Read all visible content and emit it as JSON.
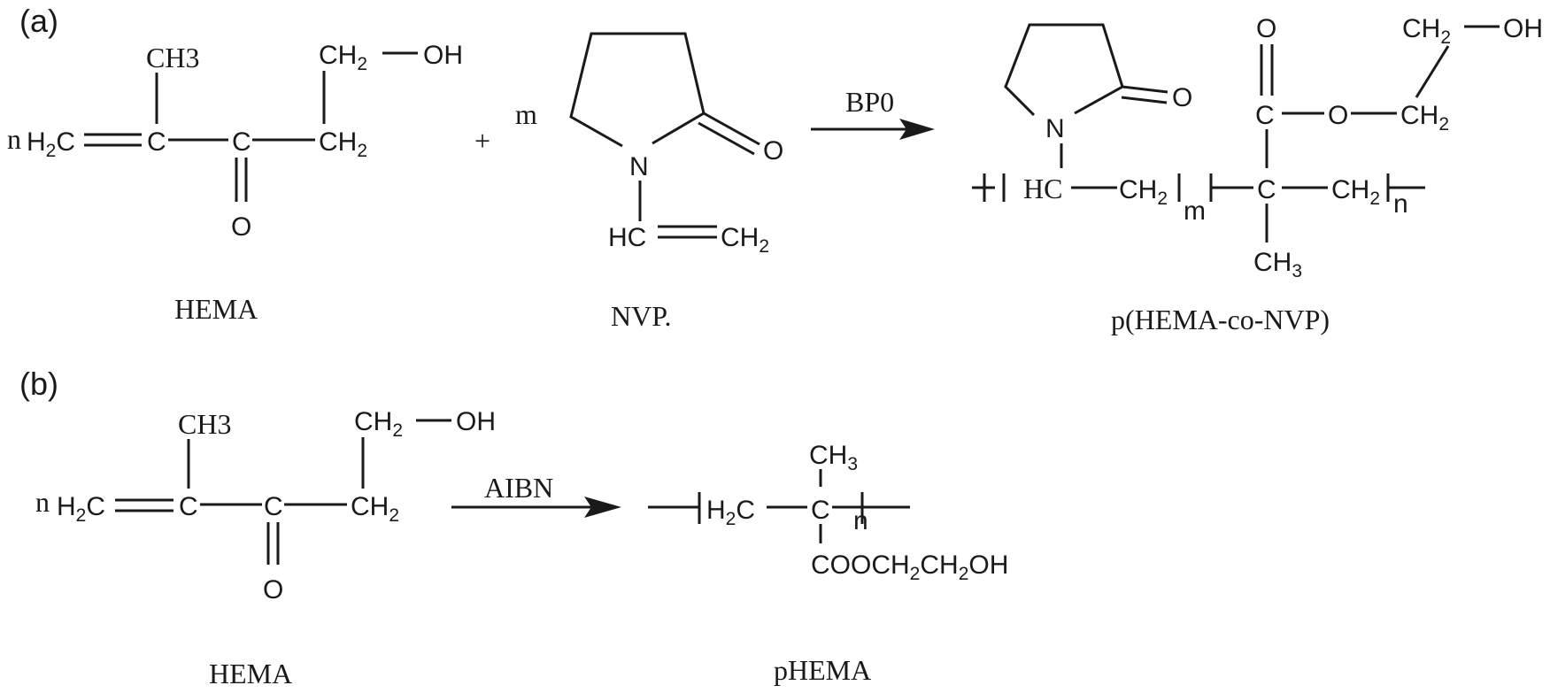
{
  "panels": {
    "a": {
      "label": "(a)",
      "reactant1": {
        "coef": "n",
        "ch3": "CH3",
        "ch2oh_ch2": "CH",
        "ch2oh_sub": "2",
        "ch2oh_oh": "OH",
        "h2c_h": "H",
        "h2c_sub": "2",
        "h2c_c": "C",
        "c_alpha": "C",
        "c_carbonyl": "C",
        "o_carbonyl": "O",
        "ch2_ch": "CH",
        "ch2_sub": "2",
        "name": "HEMA"
      },
      "plus": "+",
      "reactant2": {
        "coef": "m",
        "n_atom": "N",
        "o_atom": "O",
        "hc": "HC",
        "ch2_ch": "CH",
        "ch2_sub": "2",
        "name": "NVP."
      },
      "reagent": "BP0",
      "product": {
        "n_atom": "N",
        "o_ring": "O",
        "o_carbonyl": "O",
        "c_carbonyl": "C",
        "o_ester": "O",
        "ch2_ester": "CH",
        "ch2_ester_sub": "2",
        "ch2_top": "CH",
        "ch2_top_sub": "2",
        "oh": "OH",
        "hc": "HC",
        "ch2_1": "CH",
        "ch2_1_sub": "2",
        "sub_m": "m",
        "c_quat": "C",
        "ch2_2": "CH",
        "ch2_2_sub": "2",
        "sub_n": "n",
        "ch3": "CH",
        "ch3_sub": "3",
        "name": "p(HEMA-co-NVP)"
      }
    },
    "b": {
      "label": "(b)",
      "reactant": {
        "coef": "n",
        "ch3": "CH3",
        "ch2oh_ch2": "CH",
        "ch2oh_sub": "2",
        "ch2oh_oh": "OH",
        "h2c_h": "H",
        "h2c_sub": "2",
        "h2c_c": "C",
        "c_alpha": "C",
        "c_carbonyl": "C",
        "o_carbonyl": "O",
        "ch2_ch": "CH",
        "ch2_sub": "2",
        "name": "HEMA"
      },
      "reagent": "AIBN",
      "product": {
        "ch3": "CH",
        "ch3_sub": "3",
        "h2c_h": "H",
        "h2c_sub": "2",
        "h2c_c": "C",
        "c_quat": "C",
        "sub_n": "n",
        "ester": "COOCH",
        "ester_sub1": "2",
        "ester_ch": "CH",
        "ester_sub2": "2",
        "ester_oh": "OH",
        "name": "pHEMA"
      }
    }
  }
}
